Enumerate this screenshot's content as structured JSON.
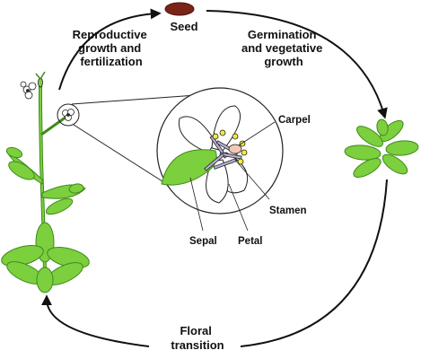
{
  "stages": {
    "seed": "Seed",
    "germination": [
      "Germination",
      "and vegetative",
      "growth"
    ],
    "reproductive": [
      "Reproductive",
      "growth and",
      "fertilization"
    ],
    "floral": [
      "Floral",
      "transition"
    ]
  },
  "flower_parts": {
    "carpel": "Carpel",
    "stamen": "Stamen",
    "petal": "Petal",
    "sepal": "Sepal"
  },
  "colors": {
    "leaf": "#7ccf3d",
    "leaf_dark": "#3e8a1c",
    "seed": "#7a2418",
    "petal": "#ffffff",
    "stamen": "#b9b1d6",
    "anther": "#f3ea3a",
    "carpel": "#f2c8b3",
    "arrow": "#111111"
  }
}
